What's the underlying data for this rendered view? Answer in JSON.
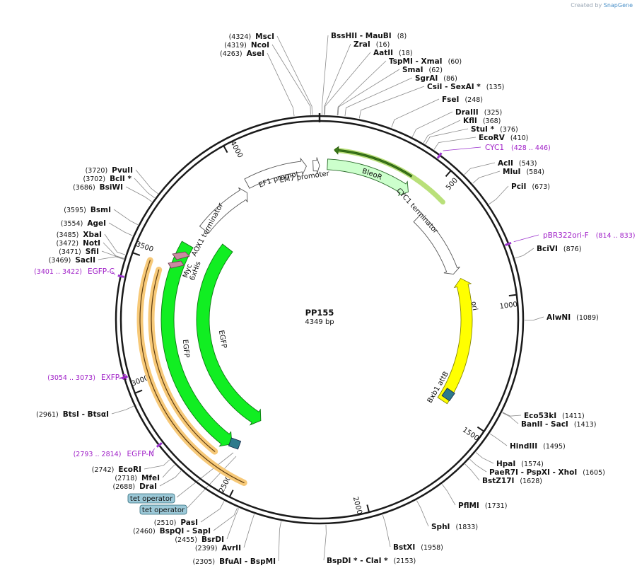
{
  "brand": {
    "created_by": "Created by",
    "app": "SnapGene"
  },
  "plasmid": {
    "name": "PP155",
    "length_label": "4349 bp",
    "length": 4349
  },
  "colors": {
    "backbone": "#1a1a1a",
    "ori": "#ffff00",
    "egfp": "#11ee22",
    "bleor": "#ccffcc",
    "promoter": "#ffffff",
    "tag": "#c98aa0",
    "attb": "#2e7a8c",
    "primer": "#9a32cd",
    "orange_feature": "#f7c978",
    "operator_fill": "#9cc9d8"
  },
  "enzymes": [
    {
      "name": "MscI",
      "pos": "(4324)",
      "bp": 4324
    },
    {
      "name": "NcoI",
      "pos": "(4319)",
      "bp": 4319
    },
    {
      "name": "AseI",
      "pos": "(4263)",
      "bp": 4263
    },
    {
      "name": "BssHII   - MauBI",
      "pos": "(8)",
      "bp": 8
    },
    {
      "name": "ZraI",
      "pos": "(16)",
      "bp": 16
    },
    {
      "name": "AatII",
      "pos": "(18)",
      "bp": 18
    },
    {
      "name": "TspMI   - XmaI",
      "pos": "(60)",
      "bp": 60
    },
    {
      "name": "SmaI",
      "pos": "(62)",
      "bp": 62
    },
    {
      "name": "SgrAI",
      "pos": "(86)",
      "bp": 86
    },
    {
      "name": "CsiI   - SexAI *",
      "pos": "(135)",
      "bp": 135
    },
    {
      "name": "FseI",
      "pos": "(248)",
      "bp": 248
    },
    {
      "name": "DraIII",
      "pos": "(325)",
      "bp": 325
    },
    {
      "name": "KflI",
      "pos": "(368)",
      "bp": 368
    },
    {
      "name": "StuI *",
      "pos": "(376)",
      "bp": 376
    },
    {
      "name": "EcoRV",
      "pos": "(410)",
      "bp": 410
    },
    {
      "name": "AclI",
      "pos": "(543)",
      "bp": 543
    },
    {
      "name": "MluI",
      "pos": "(584)",
      "bp": 584
    },
    {
      "name": "PciI",
      "pos": "(673)",
      "bp": 673
    },
    {
      "name": "BciVI",
      "pos": "(876)",
      "bp": 876
    },
    {
      "name": "AlwNI",
      "pos": "(1089)",
      "bp": 1089
    },
    {
      "name": "Eco53kI",
      "pos": "(1411)",
      "bp": 1411
    },
    {
      "name": "BanII   - SacI",
      "pos": "(1413)",
      "bp": 1413
    },
    {
      "name": "HindIII",
      "pos": "(1495)",
      "bp": 1495
    },
    {
      "name": "HpaI",
      "pos": "(1574)",
      "bp": 1574
    },
    {
      "name": "PaeR7I   - PspXI   - XhoI",
      "pos": "(1605)",
      "bp": 1605
    },
    {
      "name": "BstZ17I",
      "pos": "(1628)",
      "bp": 1628
    },
    {
      "name": "PflMI",
      "pos": "(1731)",
      "bp": 1731
    },
    {
      "name": "SphI",
      "pos": "(1833)",
      "bp": 1833
    },
    {
      "name": "BstXI",
      "pos": "(1958)",
      "bp": 1958
    },
    {
      "name": "BspDI *   - ClaI *",
      "pos": "(2153)",
      "bp": 2153
    },
    {
      "name": "BfuAI   - BspMI",
      "pos": "(2305)",
      "bp": 2305
    },
    {
      "name": "AvrII",
      "pos": "(2399)",
      "bp": 2399
    },
    {
      "name": "BsrDI",
      "pos": "(2455)",
      "bp": 2455
    },
    {
      "name": "BspQI   - SapI",
      "pos": "(2460)",
      "bp": 2460
    },
    {
      "name": "PasI",
      "pos": "(2510)",
      "bp": 2510
    },
    {
      "name": "DraI",
      "pos": "(2688)",
      "bp": 2688
    },
    {
      "name": "MfeI",
      "pos": "(2718)",
      "bp": 2718
    },
    {
      "name": "EcoRI",
      "pos": "(2742)",
      "bp": 2742
    },
    {
      "name": "BtsI   - BtsαI",
      "pos": "(2961)",
      "bp": 2961
    },
    {
      "name": "SacII",
      "pos": "(3469)",
      "bp": 3469
    },
    {
      "name": "SfiI",
      "pos": "(3471)",
      "bp": 3471
    },
    {
      "name": "NotI",
      "pos": "(3472)",
      "bp": 3472
    },
    {
      "name": "XbaI",
      "pos": "(3485)",
      "bp": 3485
    },
    {
      "name": "AgeI",
      "pos": "(3554)",
      "bp": 3554
    },
    {
      "name": "BsmI",
      "pos": "(3595)",
      "bp": 3595
    },
    {
      "name": "BsiWI",
      "pos": "(3686)",
      "bp": 3686
    },
    {
      "name": "BclI *",
      "pos": "(3702)",
      "bp": 3702
    },
    {
      "name": "PvuII",
      "pos": "(3720)",
      "bp": 3720
    }
  ],
  "primers": [
    {
      "name": "CYC1",
      "pos": "(428 .. 446)",
      "bp": 437
    },
    {
      "name": "pBR322ori-F",
      "pos": "(814 .. 833)",
      "bp": 823
    },
    {
      "name": "EXFP-R",
      "pos": "(3054 .. 3073)",
      "bp": 3063
    },
    {
      "name": "EGFP-N",
      "pos": "(2793 .. 2814)",
      "bp": 2803
    },
    {
      "name": "EGFP-C",
      "pos": "(3401 .. 3422)",
      "bp": 3411
    }
  ],
  "ticks": [
    "500",
    "1000",
    "1500",
    "2000",
    "2500",
    "3000",
    "3500",
    "4000"
  ],
  "features": {
    "bleor": "BleoR",
    "em7": "EM7 promoter",
    "tef1": "TEF1 promoter",
    "cyc1_term": "CYC1 terminator",
    "aox1_term": "AOX1 terminator",
    "ori": "ori",
    "egfp_outer": "EGFP",
    "egfp_inner": "EGFP",
    "myc": "Myc",
    "his": "6xHis",
    "attb": "Bxb1 attB",
    "tet1": "tet operator",
    "tet2": "tet operator"
  }
}
